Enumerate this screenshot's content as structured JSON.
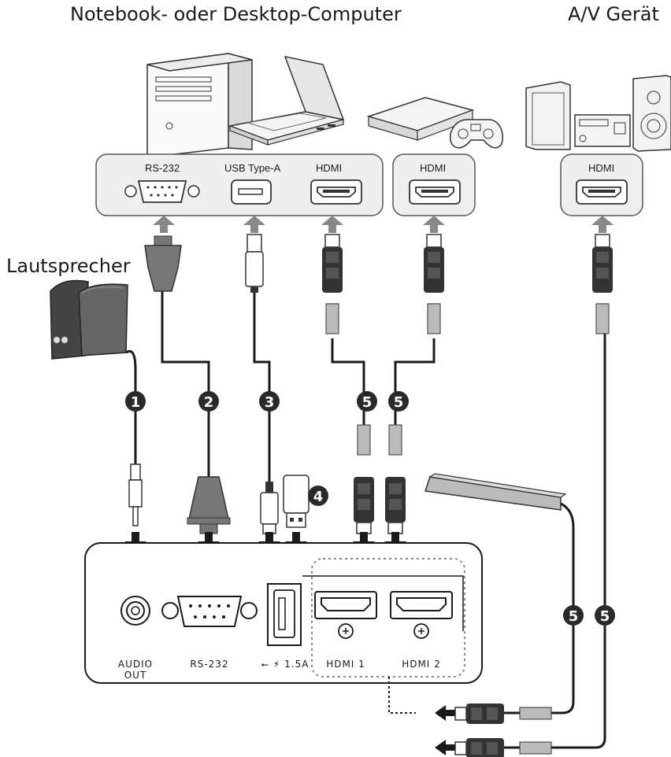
{
  "headings": {
    "computer": "Notebook- oder Desktop-Computer",
    "av_device": "A/V Gerät",
    "speakers": "Lautsprecher"
  },
  "source_ports": {
    "rs232": "RS-232",
    "usb": "USB Type-A",
    "hdmi_computer": "HDMI",
    "hdmi_console": "HDMI",
    "hdmi_av": "HDMI"
  },
  "projector_ports": {
    "audio_out_line1": "AUDIO",
    "audio_out_line2": "OUT",
    "rs232": "RS-232",
    "usb_power": "⭠ ⚡ 1.5A",
    "hdmi1": "HDMI 1",
    "hdmi2": "HDMI 2"
  },
  "cable_badges": [
    "1",
    "2",
    "3",
    "4",
    "5",
    "5",
    "5",
    "5"
  ],
  "colors": {
    "cable": "#1a1a1a",
    "panel_fill": "#efefef",
    "panel_stroke": "#555555",
    "badge": "#2a2a2a",
    "arrow_up": "#888888"
  }
}
